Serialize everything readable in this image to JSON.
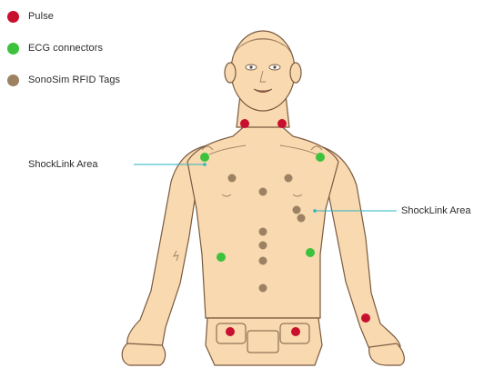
{
  "legend": {
    "items": [
      {
        "label": "Pulse",
        "color": "#c8102e",
        "marker": "pulse-dot"
      },
      {
        "label": "ECG connectors",
        "color": "#3cc23c",
        "marker": "ecg-dot"
      },
      {
        "label": "SonoSim RFID Tags",
        "color": "#9c8262",
        "marker": "rfid-dot"
      }
    ]
  },
  "callouts": {
    "left": "ShockLink Area",
    "right": "ShockLink Area"
  },
  "colors": {
    "skin": "#f8d9b0",
    "outline": "#7a5a3f",
    "line": "#2bb3c0"
  }
}
